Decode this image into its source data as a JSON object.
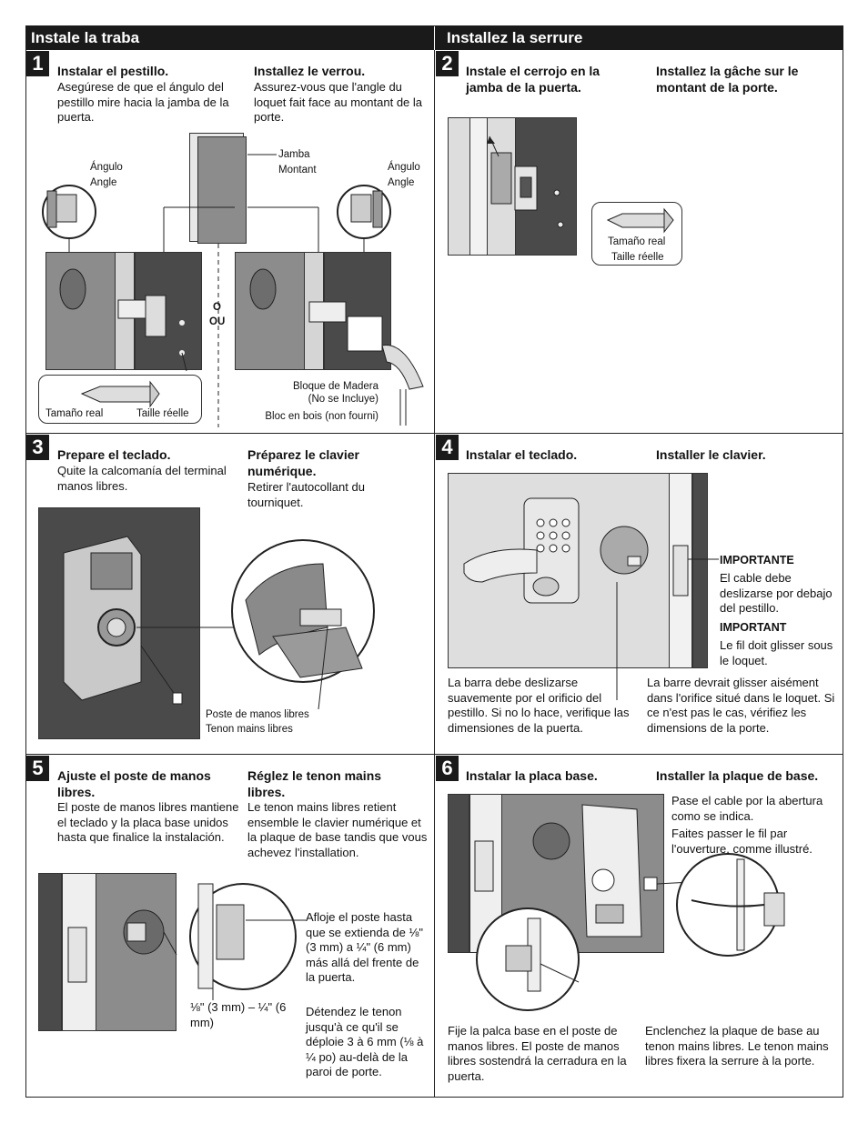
{
  "headers": {
    "left": "Instale la traba",
    "right": "Installez la serrure"
  },
  "steps": {
    "s1": {
      "num": "1",
      "es_title": "Instalar el pestillo.",
      "es_text": "Asegúrese de que el ángulo del pestillo mire hacia la jamba de la puerta.",
      "fr_title": "Installez le verrou.",
      "fr_text": "Assurez-vous que l'angle du loquet fait face au montant de la porte.",
      "angle_es_left": "Ángulo",
      "angle_fr_left": "Angle",
      "jamba": "Jamba",
      "montant": "Montant",
      "angle_es_right": "Ángulo",
      "angle_fr_right": "Angle",
      "o": "O",
      "ou": "OU",
      "real_es": "Tamaño real",
      "real_fr": "Taille réelle",
      "block_es_1": "Bloque de Madera",
      "block_es_2": "(No se Incluye)",
      "block_fr": "Bloc en bois (non fourni)"
    },
    "s2": {
      "num": "2",
      "es_title": "Instale el cerrojo en la jamba de la puerta.",
      "fr_title": "Installez la gâche sur le montant de la porte.",
      "real_es": "Tamaño real",
      "real_fr": "Taille réelle"
    },
    "s3": {
      "num": "3",
      "es_title": "Prepare el teclado.",
      "es_text": "Quite la calcomanía del terminal manos libres.",
      "fr_title": "Préparez le clavier numérique.",
      "fr_text": "Retirer l'autocollant du tourniquet.",
      "post_es": "Poste de manos libres",
      "post_fr": "Tenon mains libres"
    },
    "s4": {
      "num": "4",
      "es_title": "Instalar el teclado.",
      "fr_title": "Installer le clavier.",
      "imp_es_title": "IMPORTANTE",
      "imp_es_text": "El cable debe deslizarse por debajo del pestillo.",
      "imp_fr_title": "IMPORTANT",
      "imp_fr_text": "Le fil doit glisser sous le loquet.",
      "bottom_es": "La barra debe deslizarse suavemente por el orificio del pestillo. Si no lo hace, verifique las dimensiones de la puerta.",
      "bottom_fr": "La barre devrait glisser aisément dans l'orifice situé dans le loquet. Si ce n'est pas le cas, vérifiez les dimensions de la porte."
    },
    "s5": {
      "num": "5",
      "es_title": "Ajuste el poste de manos libres.",
      "es_text": "El poste de manos libres mantiene el teclado y la placa base unidos hasta que finalice la instalación.",
      "fr_title": "Réglez le tenon mains libres.",
      "fr_text": "Le tenon mains libres retient ensemble le clavier numérique et la plaque de base tandis que vous achevez l'installation.",
      "measure": "⅛\" (3 mm) – ¼\" (6 mm)",
      "loosen_es": "Afloje el poste hasta que se extienda de ⅛\" (3 mm) a ¼\" (6 mm) más allá del frente de la puerta.",
      "loosen_fr": "Détendez le tenon jusqu'à ce qu'il se déploie 3 à 6 mm (⅛ à ¼ po) au-delà de la paroi de porte."
    },
    "s6": {
      "num": "6",
      "es_title": "Instalar la placa base.",
      "fr_title": "Installer la plaque de base.",
      "cable_es": "Pase el cable por la abertura como se indica.",
      "cable_fr": "Faites passer le fil par l'ouverture, comme illustré.",
      "bottom_es": "Fije la palca base en el poste de manos libres. El poste de manos libres sostendrá la cerradura en la puerta.",
      "bottom_fr": "Enclenchez la plaque de base au tenon mains libres. Le tenon mains libres fixera la serrure à la porte."
    }
  },
  "colors": {
    "header_bg": "#1a1a1a",
    "door_gray": "#8c8c8c",
    "door_dark": "#4a4a4a"
  }
}
